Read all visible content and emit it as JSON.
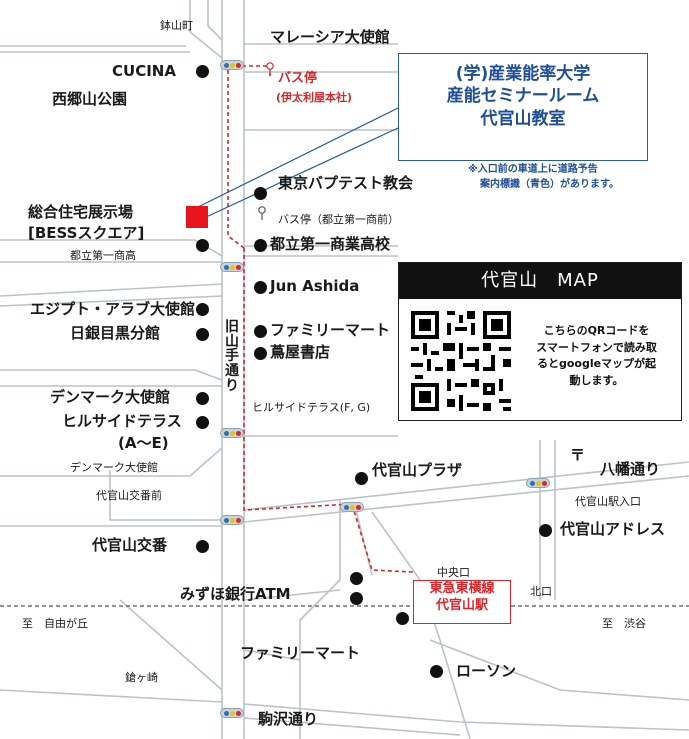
{
  "callout": {
    "line1": "(学)産業能率大学",
    "line2": "産能セミナールーム",
    "line3": "代官山教室"
  },
  "note": {
    "line1": "※入口前の車道上に道路予告",
    "line2": "案内標識（青色）があります。"
  },
  "qr": {
    "title": "代官山　MAP",
    "text1": "こちらのQRコードを",
    "text2": "スマートフォンで読み取",
    "text3": "るとgoogleマップが起",
    "text4": "動します。"
  },
  "places": {
    "hachiyamacho": "鉢山町",
    "malaysia": "マレーシア大使館",
    "cucina": "CUCINA",
    "busstop1": "バス停",
    "busstop1_sub": "(伊太利屋本社)",
    "saigoyama": "西郷山公園",
    "baptist": "東京バプテスト教会",
    "busstop2": "バス停（都立第一商前）",
    "bess1": "総合住宅展示場",
    "bess2": "[BESSスクエア]",
    "daiichisho": "都立第一商業高校",
    "daiichisho_sig": "都立第一商高",
    "junashida": "Jun Ashida",
    "egypt": "エジプト・アラブ大使館",
    "nichigin": "日銀目黒分館",
    "familymart1": "ファミリーマート",
    "tsutaya": "蔦屋書店",
    "kyuyamate": "旧山手通り",
    "denmark": "デンマーク大使館",
    "hillside1": "ヒルサイドテラス",
    "hillside2": "(A～E)",
    "hillsidefg": "ヒルサイドテラス(F, G)",
    "denmark_sig": "デンマーク大使館",
    "plaza": "代官山プラザ",
    "hachiman": "八幡通り",
    "koban_mae": "代官山交番前",
    "eki_iriguchi": "代官山駅入口",
    "address": "代官山アドレス",
    "koban": "代官山交番",
    "mizuho": "みずほ銀行ATM",
    "chuoguchi": "中央口",
    "kitaguchi": "北口",
    "station1": "東急東横線",
    "station2": "代官山駅",
    "jiyugaoka": "至　自由が丘",
    "shibuya": "至　渋谷",
    "familymart2": "ファミリーマート",
    "lawson": "ローソン",
    "kagizaki": "鎗ヶ崎",
    "komazawa": "駒沢通り",
    "postal": "〒"
  }
}
